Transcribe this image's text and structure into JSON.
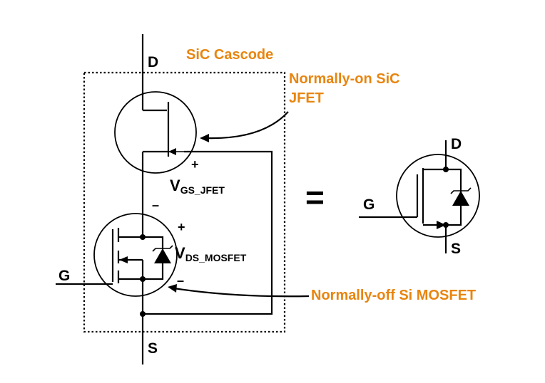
{
  "diagram": {
    "cascode_title": "SiC Cascode",
    "drain_label": "D",
    "source_label": "S",
    "gate_label": "G",
    "jfet_callout_line1": "Normally-on SiC",
    "jfet_callout_line2": "JFET",
    "mosfet_callout": "Normally-off Si MOSFET",
    "vgs_main": "V",
    "vgs_sub": "GS_JFET",
    "vds_main": "V",
    "vds_sub": "DS_MOSFET",
    "plus": "+",
    "minus": "–",
    "equivalent_symbol": "=",
    "equiv_drain_label": "D",
    "equiv_gate_label": "G",
    "equiv_source_label": "S"
  },
  "colors": {
    "accent": "#E8850F",
    "line": "#000000"
  },
  "icons": {
    "jfet": "jfet-symbol-icon",
    "mosfet": "mosfet-symbol-icon",
    "body_diode": "zener-diode-icon",
    "equivalent": "cascode-equivalent-icon"
  }
}
